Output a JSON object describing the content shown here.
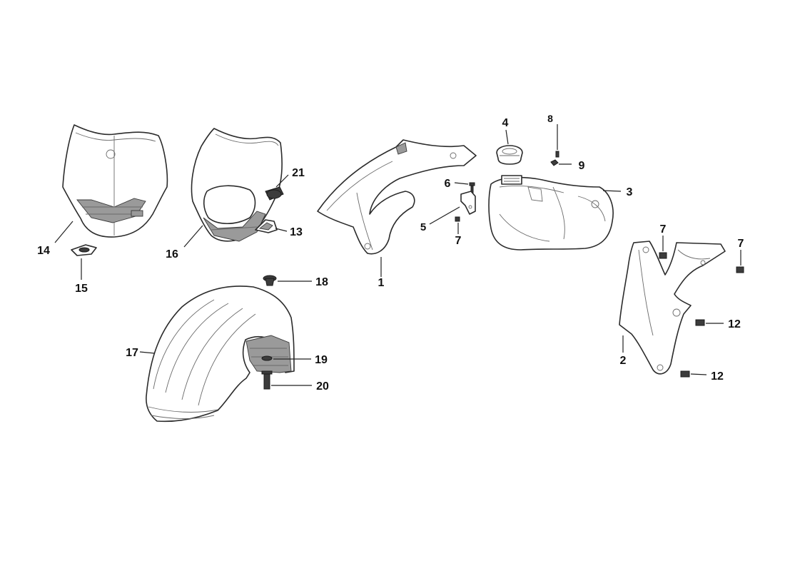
{
  "colors": {
    "line": "#2b2b2b",
    "text": "#111111",
    "background": "#ffffff"
  },
  "callouts": [
    {
      "id": "c1",
      "label": "1"
    },
    {
      "id": "c2",
      "label": "2"
    },
    {
      "id": "c3",
      "label": "3"
    },
    {
      "id": "c4",
      "label": "4"
    },
    {
      "id": "c5",
      "label": "5"
    },
    {
      "id": "c6",
      "label": "6"
    },
    {
      "id": "c7a",
      "label": "7"
    },
    {
      "id": "c7b",
      "label": "7"
    },
    {
      "id": "c7c",
      "label": "7"
    },
    {
      "id": "c8",
      "label": "8"
    },
    {
      "id": "c9",
      "label": "9"
    },
    {
      "id": "c12a",
      "label": "12"
    },
    {
      "id": "c12b",
      "label": "12"
    },
    {
      "id": "c13",
      "label": "13"
    },
    {
      "id": "c14",
      "label": "14"
    },
    {
      "id": "c15",
      "label": "15"
    },
    {
      "id": "c16",
      "label": "16"
    },
    {
      "id": "c17",
      "label": "17"
    },
    {
      "id": "c18",
      "label": "18"
    },
    {
      "id": "c19",
      "label": "19"
    },
    {
      "id": "c20",
      "label": "20"
    },
    {
      "id": "c21",
      "label": "21"
    }
  ]
}
